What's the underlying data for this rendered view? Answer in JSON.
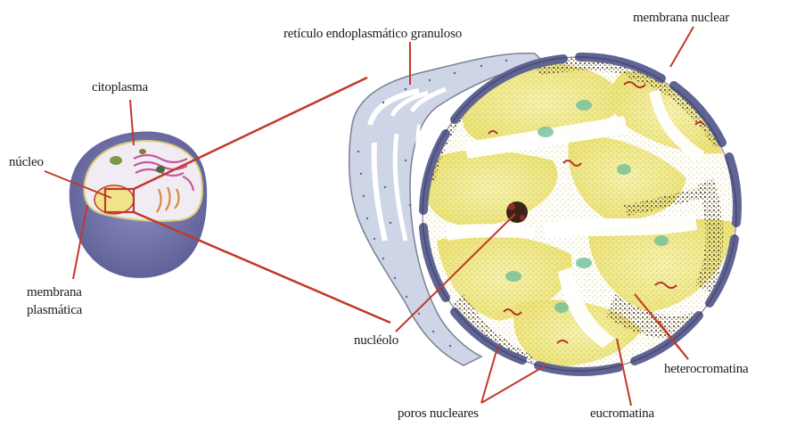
{
  "labels": {
    "citoplasma": "citoplasma",
    "nucleo": "núcleo",
    "membrana_plasmatica_1": "membrana",
    "membrana_plasmatica_2": "plasmática",
    "reticulo": "retículo endoplasmático granuloso",
    "membrana_nuclear": "membrana nuclear",
    "nucleolo": "nucléolo",
    "heterocromatina": "heterocromatina",
    "poros_nucleares": "poros nucleares",
    "eucromatina": "eucromatina"
  },
  "colors": {
    "leader_line": "#c0392b",
    "cell_body": "#6e6fa8",
    "cytoplasm": "#efeaf3",
    "nuclear_envelope": "#6b7099",
    "nucleoplasm": "#f4ef9a",
    "heterochromatin": "#5a4a3a",
    "er": "#c9d1e3"
  }
}
